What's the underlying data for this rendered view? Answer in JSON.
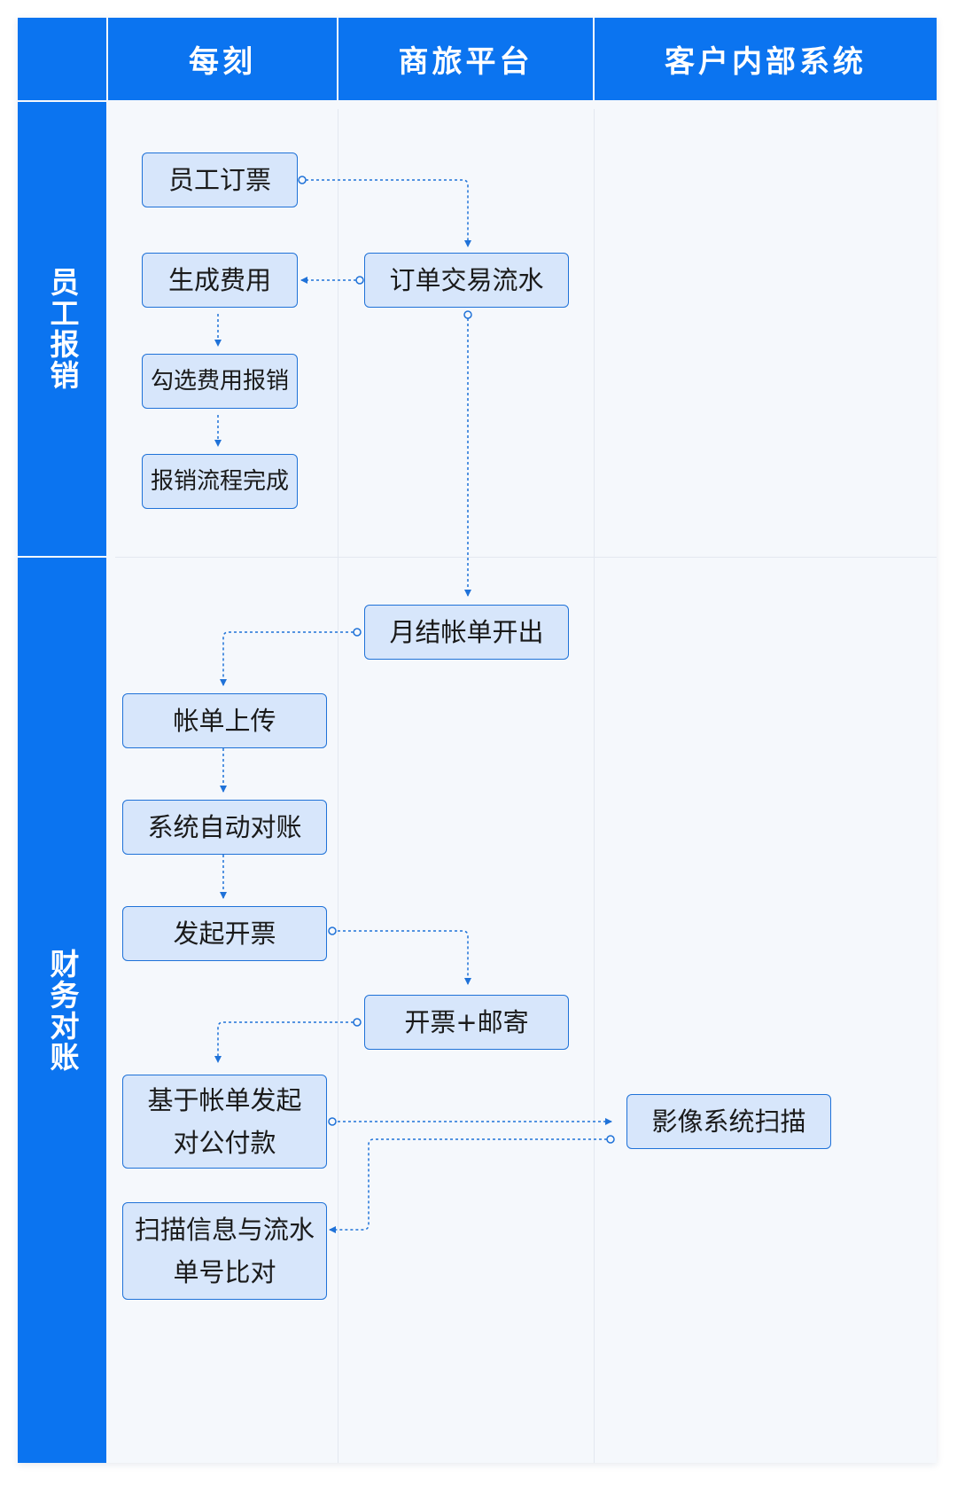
{
  "columns": {
    "col1": "每刻",
    "col2": "商旅平台",
    "col3": "客户内部系统"
  },
  "rows": {
    "row1": "员工报销",
    "row2": "财务对账"
  },
  "nodes": {
    "employee_booking": "员工订票",
    "generate_expense": "生成费用",
    "select_expense": "勾选费用报销",
    "reimburse_complete": "报销流程完成",
    "order_flow": "订单交易流水",
    "monthly_bill": "月结帐单开出",
    "bill_upload": "帐单上传",
    "auto_reconcile": "系统自动对账",
    "initiate_invoice": "发起开票",
    "invoice_mail": "开票+邮寄",
    "payment_line1": "基于帐单发起",
    "payment_line2": "对公付款",
    "image_scan": "影像系统扫描",
    "compare_line1": "扫描信息与流水",
    "compare_line2": "单号比对"
  },
  "colors": {
    "header_bg": "#0b74f0",
    "node_bg": "#d7e6fb",
    "node_border": "#1f72d8",
    "arrow": "#1f72d8",
    "canvas_bg": "#f5f8fc"
  }
}
